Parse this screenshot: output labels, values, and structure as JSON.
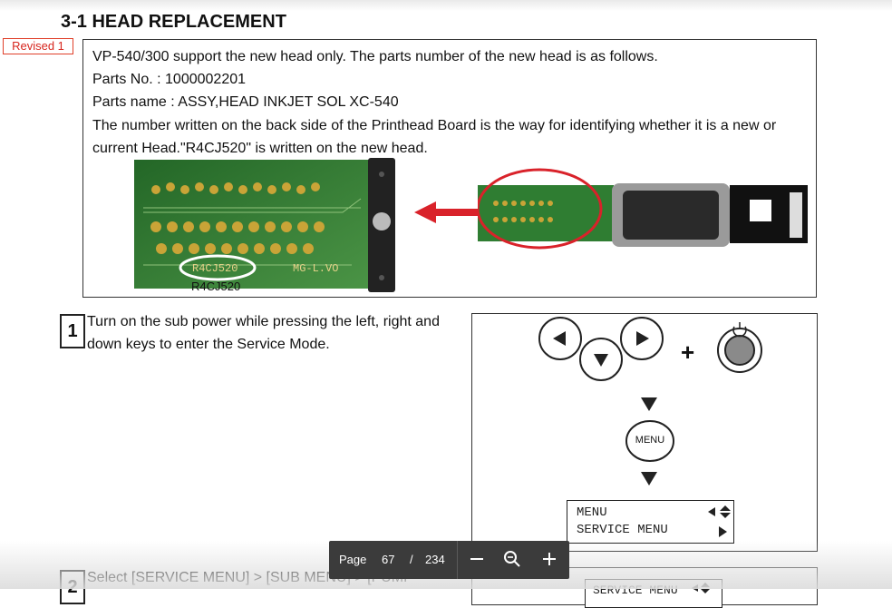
{
  "doc": {
    "section_title": "3-1 HEAD REPLACEMENT",
    "revision_tag": "Revised 1",
    "intro_lines": [
      "VP-540/300 support the new head only. The parts number of the new head is as follows.",
      "Parts No. : 1000002201",
      "Parts name : ASSY,HEAD INKJET SOL XC-540",
      "The number written on the back side of the Printhead Board is the way for identifying whether it is a new or",
      "current Head.\"R4CJ520\" is written on the new head."
    ],
    "board_caption": "R4CJ520",
    "board_silkscreen": [
      "R4CJ520",
      "MG-L.VO"
    ],
    "steps": [
      {
        "number": "1",
        "lines": [
          "Turn on the sub power while pressing the left, right and",
          "down keys to enter the Service Mode."
        ]
      },
      {
        "number": "2",
        "lines": [
          "Select [SERVICE MENU] > [SUB MENU] > [PUMP"
        ]
      }
    ],
    "diagram": {
      "plus_sign": "+",
      "menu_key_label": "MENU",
      "lcd_lines": [
        "MENU",
        "SERVICE MENU"
      ],
      "lcd2_line": "SERVICE MENU"
    }
  },
  "viewer": {
    "page_label": "Page",
    "current_page": "67",
    "separator": "/",
    "total_pages": "234",
    "zoom_out_icon": "minus-icon",
    "zoom_fit_icon": "magnifier-minus-icon",
    "zoom_in_icon": "plus-icon"
  },
  "colors": {
    "revised_red": "#d7261e",
    "arrow_red": "#d9222a",
    "pcb_green": "#2f7d32",
    "toolbar_bg": "#3b3b3b"
  }
}
